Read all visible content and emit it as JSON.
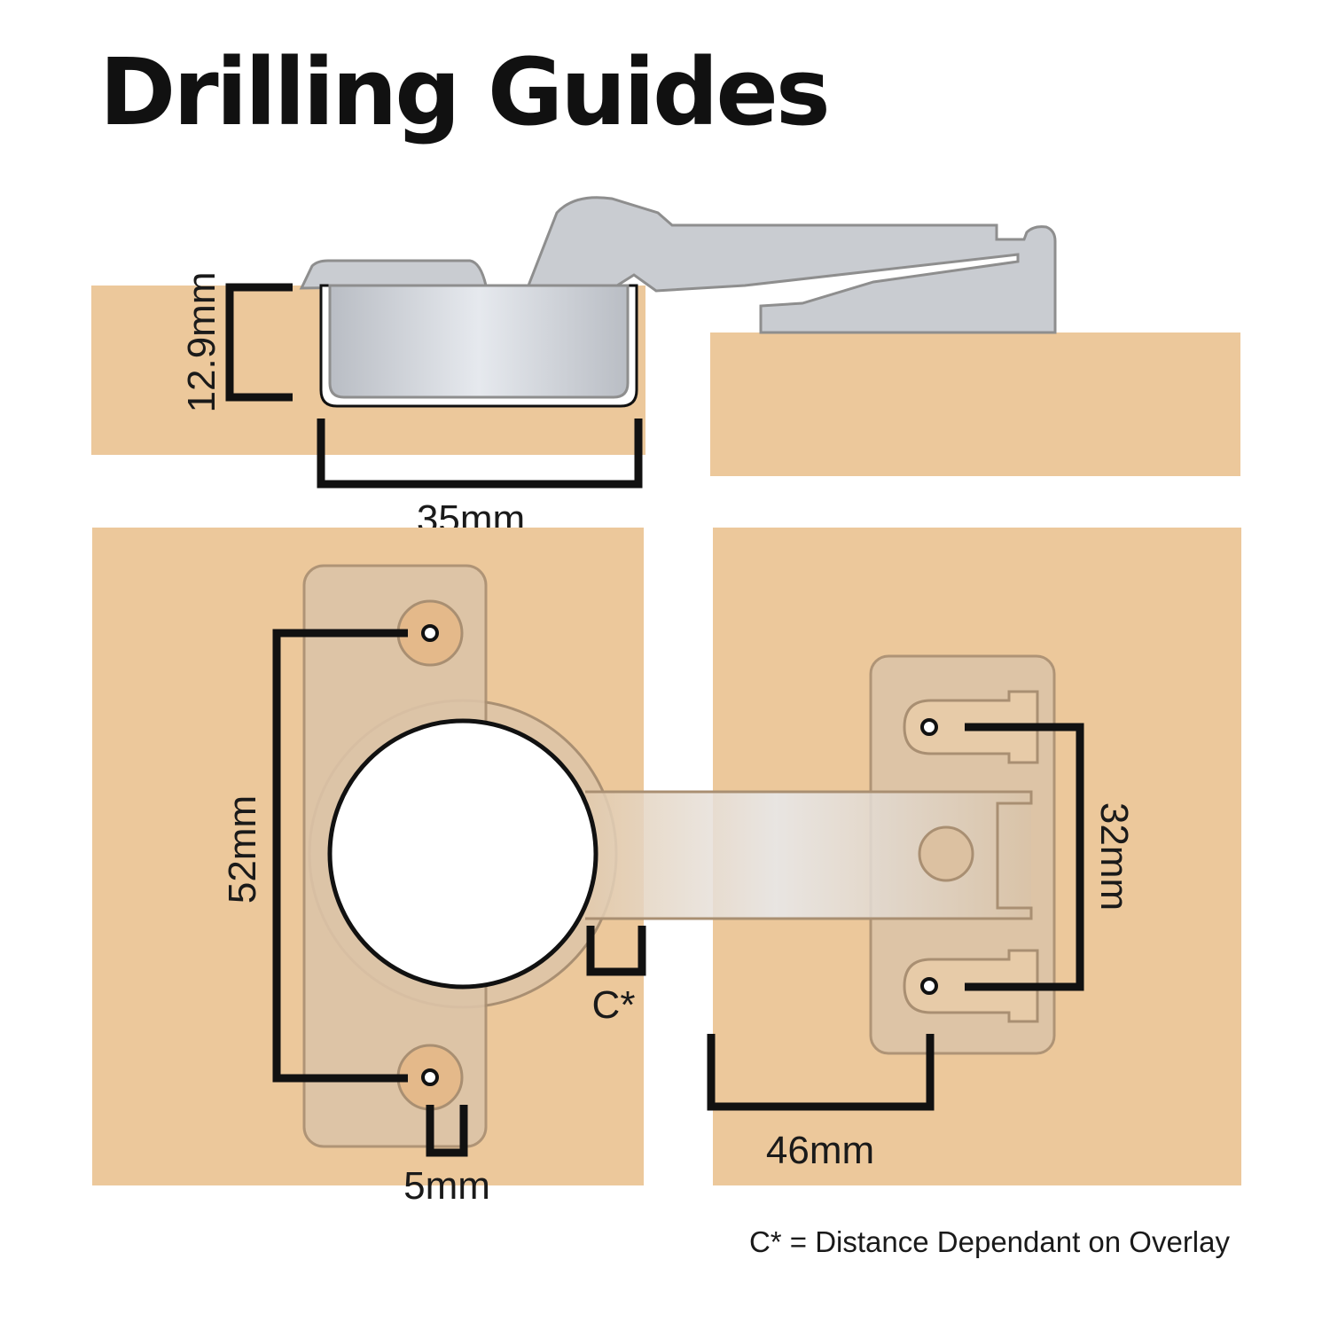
{
  "title": "Drilling Guides",
  "dimensions": {
    "cup_depth": "12.9mm",
    "cup_diameter": "35mm",
    "hole_spacing": "52mm",
    "edge_offset": "5mm",
    "overlay_gap": "C*",
    "plate_spacing": "32mm",
    "plate_offset": "46mm"
  },
  "footnote": "C* = Distance Dependant on Overlay",
  "colors": {
    "wood": "#ecc89b",
    "metal": "#c9ccd1",
    "ink": "#111111"
  }
}
